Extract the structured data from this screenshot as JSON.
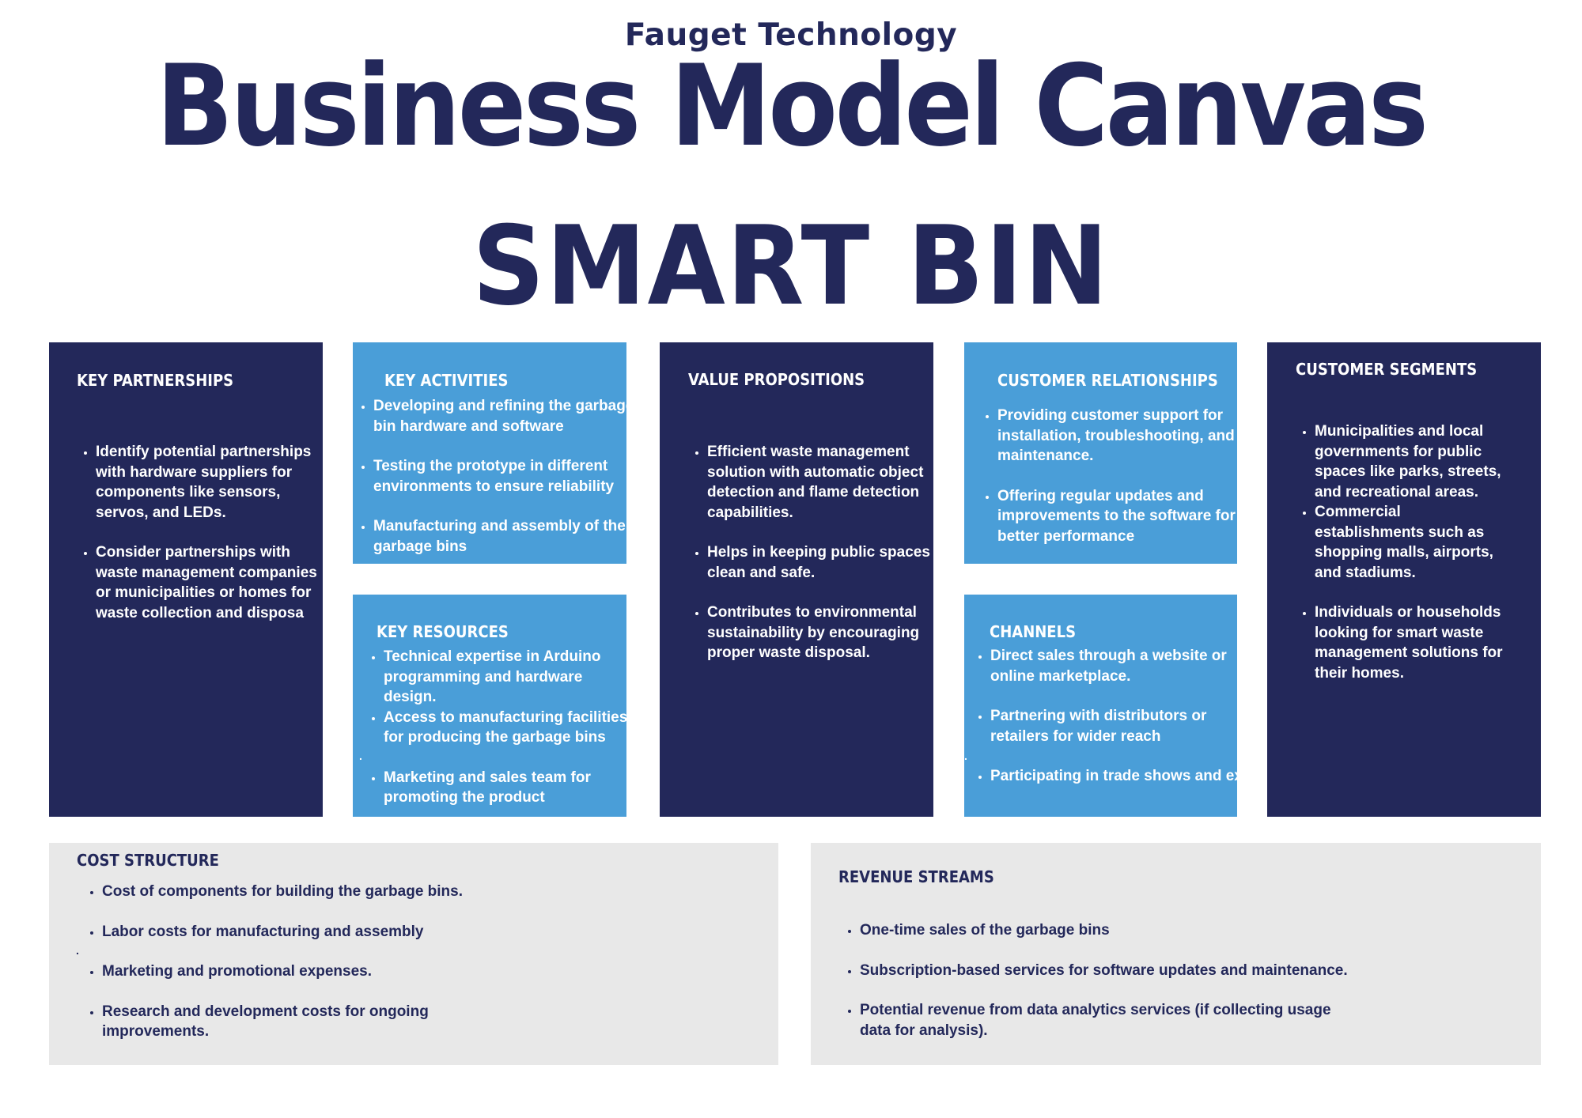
{
  "header": {
    "company": "Fauget Technology",
    "title": "Business Model Canvas",
    "subtitle": "SMART BIN"
  },
  "colors": {
    "navy": "#23285a",
    "blue": "#4a9ed8",
    "grey": "#e8e8e8",
    "white": "#ffffff"
  },
  "key_partnerships": {
    "title": "KEY PARTNERSHIPS",
    "items": [
      "Identify potential partnerships with hardware suppliers for components like sensors, servos, and LEDs.",
      "Consider partnerships with waste management companies or municipalities or homes for waste collection and disposa"
    ]
  },
  "key_activities": {
    "title": "KEY ACTIVITIES",
    "items": [
      "Developing and refining the garbage bin hardware and software",
      "Testing the prototype in different environments to ensure reliability",
      "Manufacturing and assembly of the garbage bins"
    ]
  },
  "key_resources": {
    "title": "KEY RESOURCES",
    "items": [
      "Technical expertise in Arduino programming and hardware design.",
      "Access to manufacturing facilities for producing the garbage bins",
      "Marketing and sales team for promoting the product"
    ],
    "stray": "."
  },
  "value_propositions": {
    "title": "VALUE PROPOSITIONS",
    "items": [
      "Efficient waste management solution with automatic object detection and flame detection capabilities.",
      "Helps in keeping public spaces clean and safe.",
      "Contributes to environmental sustainability by encouraging proper waste disposal."
    ]
  },
  "customer_relationships": {
    "title": "CUSTOMER RELATIONSHIPS",
    "items": [
      "Providing customer support for installation, troubleshooting, and maintenance.",
      "Offering regular updates and improvements to the software for better performance"
    ]
  },
  "channels": {
    "title": "CHANNELS",
    "items": [
      "Direct sales through a website or online marketplace.",
      "Partnering with distributors or retailers for wider reach",
      "Participating in trade shows and exhibitions to showcase the product"
    ],
    "stray": "."
  },
  "customer_segments": {
    "title": "CUSTOMER SEGMENTS",
    "items": [
      "Municipalities and local governments for public spaces like parks, streets, and recreational areas.",
      "Commercial establishments such as shopping malls, airports, and stadiums.",
      "Individuals or households looking for smart waste management solutions for their homes."
    ]
  },
  "cost_structure": {
    "title": "COST STRUCTURE",
    "items": [
      "Cost of components for building the garbage bins.",
      "Labor costs for manufacturing and assembly",
      "Marketing and promotional expenses.",
      "Research and development costs for ongoing improvements."
    ],
    "stray": "."
  },
  "revenue_streams": {
    "title": "REVENUE STREAMS",
    "items": [
      "One-time sales of the garbage bins",
      "Subscription-based services for software updates and maintenance.",
      "Potential revenue from data analytics services (if collecting usage data for analysis)."
    ]
  }
}
